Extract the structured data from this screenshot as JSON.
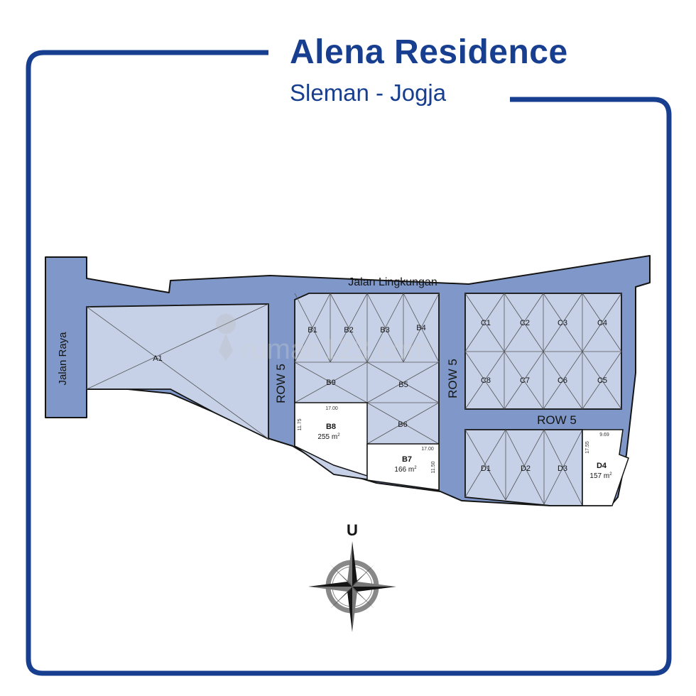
{
  "header": {
    "title": "Alena Residence",
    "subtitle": "Sleman - Jogja"
  },
  "roads": {
    "main_road": "Jalan Raya",
    "local_road": "Jalan Lingkungan",
    "row_left": "ROW 5",
    "row_middle": "ROW 5",
    "row_bottom": "ROW 5"
  },
  "lots": {
    "a1": "A1",
    "b1": "B1",
    "b2": "B2",
    "b3": "B3",
    "b4": "B4",
    "b5": "B5",
    "b6": "B6",
    "b9": "B9",
    "b7": {
      "label": "B7",
      "area": "166 m",
      "dim_top": "17.00",
      "dim_side": "11.50"
    },
    "b8": {
      "label": "B8",
      "area": "255 m",
      "dim_top": "17.00",
      "dim_side": "11.75"
    },
    "c1": "C1",
    "c2": "C2",
    "c3": "C3",
    "c4": "C4",
    "c5": "C5",
    "c6": "C6",
    "c7": "C7",
    "c8": "C8",
    "d1": "D1",
    "d2": "D2",
    "d3": "D3",
    "d4": {
      "label": "D4",
      "area": "157 m",
      "dim_top": "9.69",
      "dim_side": "17.55"
    },
    "area_superscript": "2"
  },
  "compass": {
    "north_label": "U"
  },
  "watermark": "rumah123.com",
  "colors": {
    "frame": "#183f8f",
    "road": "#7f98c9",
    "lot": "#c6d1e8",
    "outline": "#141414"
  }
}
